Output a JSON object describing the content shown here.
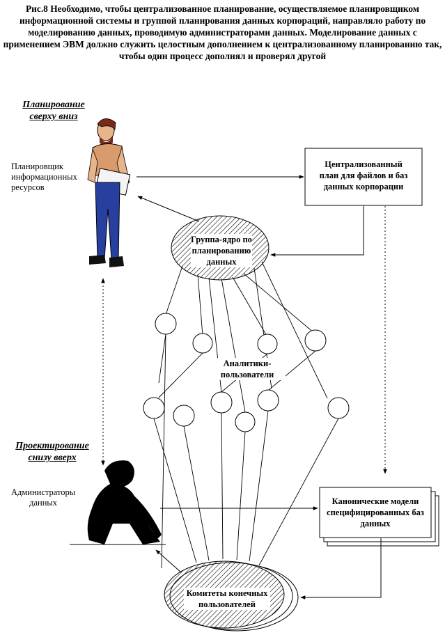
{
  "title": "Рис.8  Необходимо, чтобы централизованное планирование, осуществляемое планировщиком информационной системы и группой планирования данных корпораций, направляло работу по моделированию данных, проводимую администраторами данных. Моделирование данных с применением ЭВМ должно служить целостным дополнением к централизованному планированию так, чтобы один процесс дополнял и проверял другой",
  "top_down": {
    "line1": "Планирование",
    "line2": "сверху вниз"
  },
  "bottom_up": {
    "line1": "Проектирование",
    "line2": "снизу вверх"
  },
  "planner": {
    "line1": "Планировщик",
    "line2": "информационных",
    "line3": "ресурсов"
  },
  "admins": {
    "line1": "Администраторы",
    "line2": "данных"
  },
  "central_plan": {
    "line1": "Централизованный",
    "line2": "план для файлов и баз",
    "line3": "данных корпорации"
  },
  "core_group": {
    "line1": "Группа-ядро по",
    "line2": "планированию",
    "line3": "данных"
  },
  "analysts": {
    "line1": "Аналитики-",
    "line2": "пользователи"
  },
  "canonical": {
    "line1": "Канонические модели",
    "line2": "специфицированных баз",
    "line3": "данных"
  },
  "committees": {
    "line1": "Комитеты конечных",
    "line2": "пользователей"
  },
  "colors": {
    "line": "#000000",
    "hatch": "#000000",
    "background": "#ffffff"
  },
  "icons": [
    "planner-person-icon",
    "admin-person-icon"
  ]
}
